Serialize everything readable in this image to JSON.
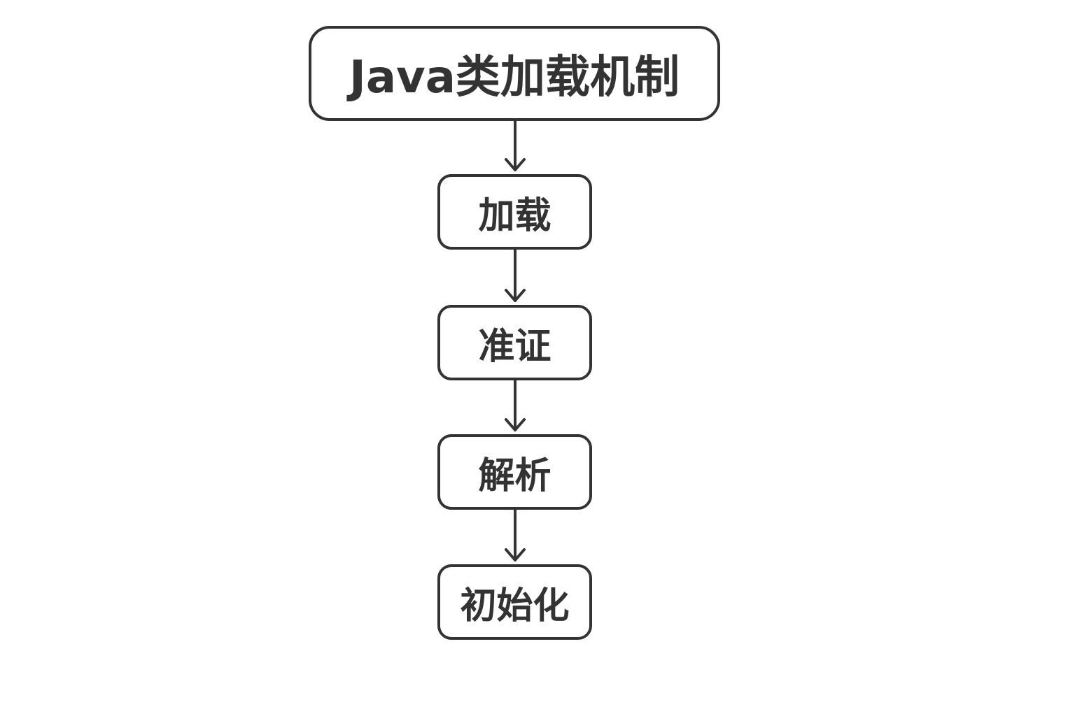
{
  "diagram": {
    "title_node": "Java类加载机制",
    "steps": [
      "加载",
      "准证",
      "解析",
      "初始化"
    ]
  },
  "colors": {
    "stroke": "#333333",
    "text": "#333333",
    "background": "#ffffff"
  }
}
